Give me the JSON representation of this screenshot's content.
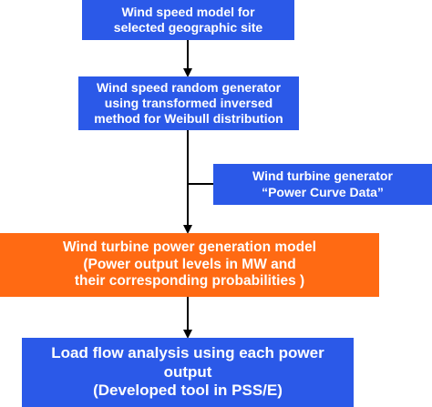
{
  "nodes": {
    "wind_speed_model": {
      "lines": [
        "Wind speed model for",
        "selected geographic site"
      ],
      "color": "#2b59e8"
    },
    "random_generator": {
      "lines": [
        "Wind speed random generator",
        "using transformed inversed",
        "method for Weibull distribution"
      ],
      "color": "#2b59e8"
    },
    "power_curve": {
      "lines": [
        "Wind turbine generator",
        "“Power Curve Data”"
      ],
      "color": "#2b59e8"
    },
    "generation_model": {
      "lines": [
        "Wind turbine power generation model",
        "(Power output levels in MW and",
        "their corresponding probabilities )"
      ],
      "color": "#ff6a13"
    },
    "load_flow": {
      "lines": [
        "Load flow analysis using each power",
        "output",
        "(Developed tool in PSS/E)"
      ],
      "color": "#2b59e8"
    }
  }
}
